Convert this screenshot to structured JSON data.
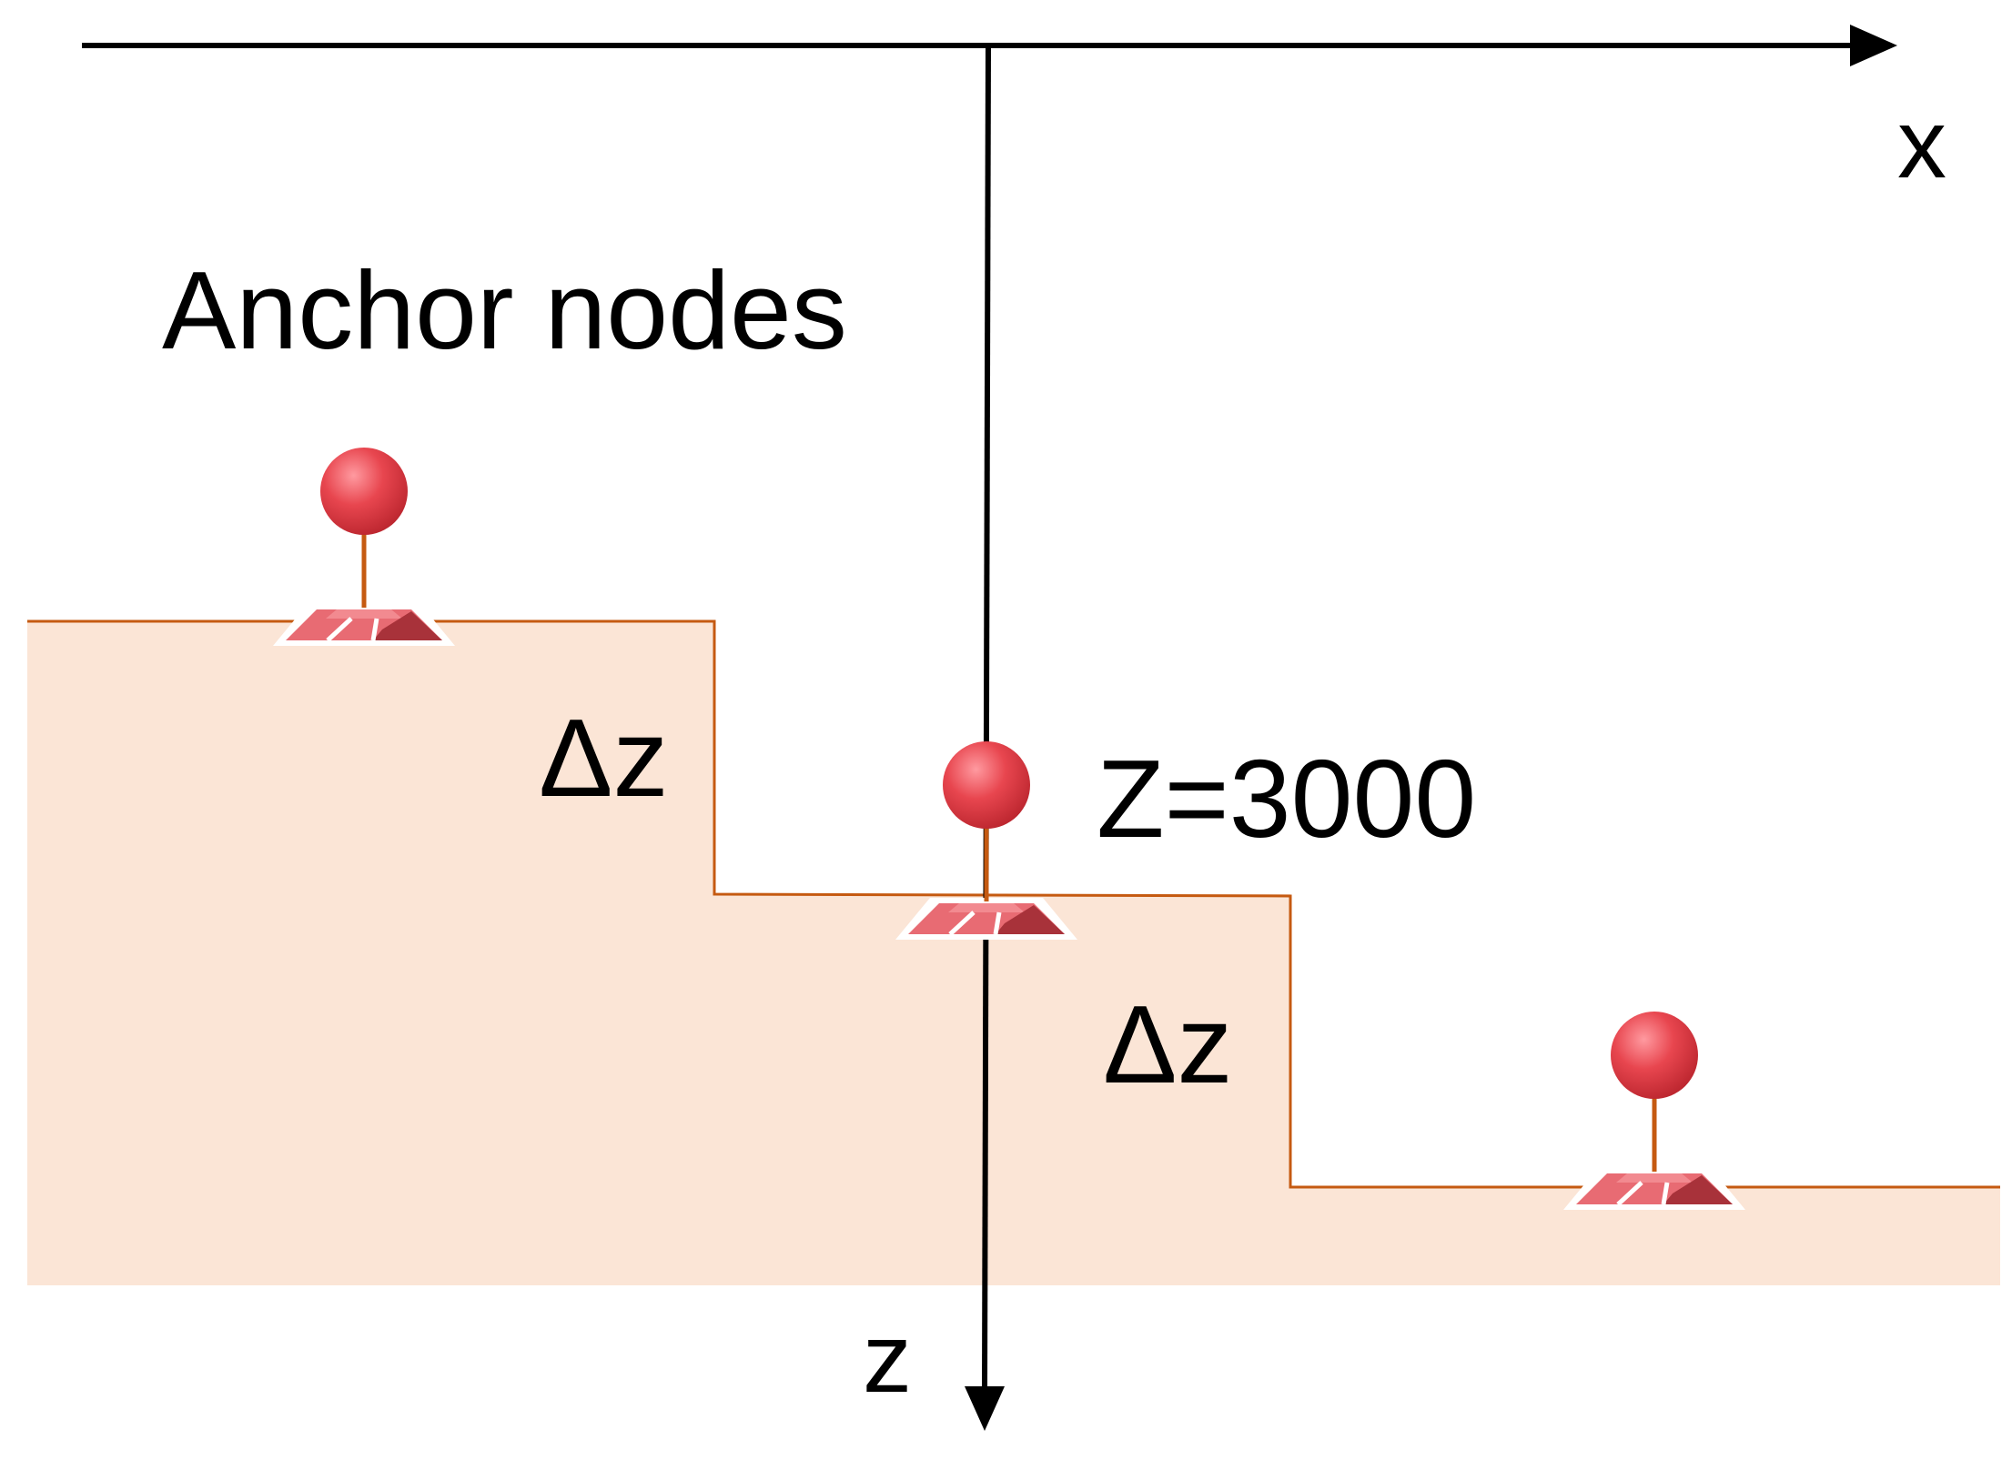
{
  "labels": {
    "x_axis": "x",
    "z_axis": "z",
    "anchor_nodes": "Anchor nodes",
    "delta_z_upper": "Δz",
    "delta_z_lower": "Δz",
    "depth": "Z=3000"
  },
  "colors": {
    "seabed_fill": "#fbe5d6",
    "seabed_edge": "#c55a11",
    "buoy": "#e8464f",
    "tether": "#c55a11",
    "anchor_top": "#e86b73",
    "anchor_side": "#a8323a",
    "axis": "#000000"
  },
  "icons": [
    "anchor-node-icon"
  ]
}
